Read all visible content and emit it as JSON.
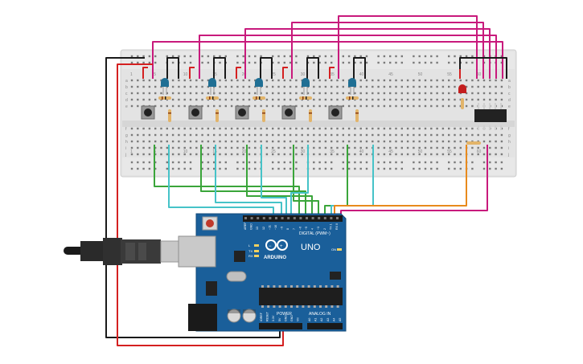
{
  "colors": {
    "breadboard": "#e3e3e3",
    "board": "#1a5f9a",
    "wire_magenta": "#c81a7c",
    "wire_green": "#3aa53a",
    "wire_cyan": "#46c3c8",
    "wire_red": "#d42020",
    "wire_black": "#1a1a1a",
    "wire_orange": "#e88a1c",
    "led_blue": "#1f6f94",
    "led_red": "#c41e1e"
  },
  "breadboard": {
    "column_numbers": [
      "1",
      "5",
      "10",
      "15",
      "20",
      "25",
      "30",
      "35",
      "40",
      "45",
      "50",
      "55",
      "60"
    ],
    "row_letters_top": [
      "a",
      "b",
      "c",
      "d",
      "e"
    ],
    "row_letters_bottom": [
      "f",
      "g",
      "h",
      "i",
      "j"
    ]
  },
  "arduino": {
    "logo_text": "ARDUINO",
    "model": "UNO",
    "digital_label": "DIGITAL (PWM~)",
    "power_label": "POWER",
    "analog_label": "ANALOG IN",
    "digital_pins": [
      "AREF",
      "GND",
      "13",
      "12",
      "~11",
      "~10",
      "~9",
      "8",
      "7",
      "~6",
      "~5",
      "4",
      "~3",
      "2",
      "TX 1",
      "RX 0"
    ],
    "power_pins": [
      "IOREF",
      "RESET",
      "3.3V",
      "5V",
      "GND",
      "GND",
      "Vin"
    ],
    "analog_pins": [
      "A0",
      "A1",
      "A2",
      "A3",
      "A4",
      "A5"
    ],
    "led_labels": [
      "L",
      "TX",
      "RX",
      "ON"
    ]
  },
  "components": {
    "blue_led_count": 5,
    "button_count": 5,
    "red_led_count": 1
  }
}
